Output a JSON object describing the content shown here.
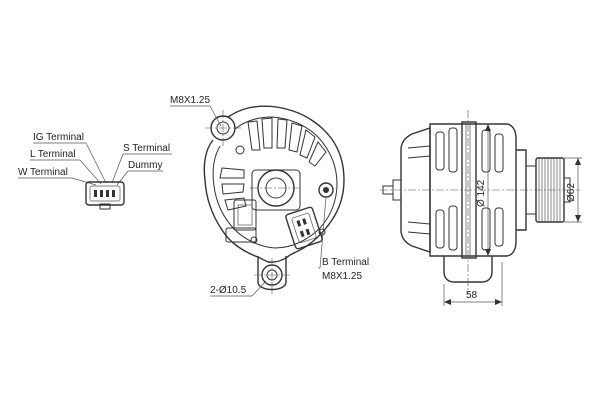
{
  "labels": {
    "ig_terminal": "IG Terminal",
    "l_terminal": "L Terminal",
    "w_terminal": "W Terminal",
    "s_terminal": "S Terminal",
    "dummy": "Dummy",
    "top_thread": "M8X1.25",
    "b_terminal": "B Terminal",
    "b_thread": "M8X1.25",
    "mount_holes": "2-Ø10.5",
    "diameter_body": "Ø 142",
    "diameter_pulley": "Ø62",
    "width_dim": "58"
  },
  "colors": {
    "line": "#333333",
    "background": "#ffffff"
  }
}
